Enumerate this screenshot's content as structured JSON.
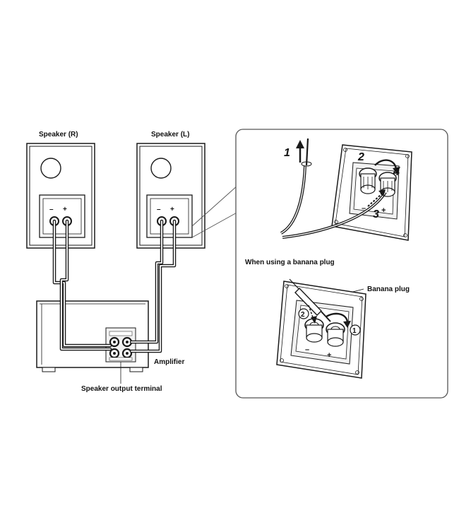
{
  "labels": {
    "speaker_r": "Speaker (R)",
    "speaker_l": "Speaker (L)",
    "amplifier": "Amplifier",
    "output_terminal": "Speaker output terminal",
    "banana_heading": "When using a banana plug",
    "banana_plug": "Banana plug"
  },
  "terminal_signs": {
    "minus": "–",
    "plus": "+"
  },
  "steps": {
    "s1": "1",
    "s2": "2",
    "s3": "3",
    "s4": "4"
  },
  "banana_steps": {
    "b1": "1",
    "b2": "2"
  },
  "colors": {
    "line": "#1a1a1a",
    "panel_border": "#555555",
    "fill_light": "#f2f2f2"
  }
}
